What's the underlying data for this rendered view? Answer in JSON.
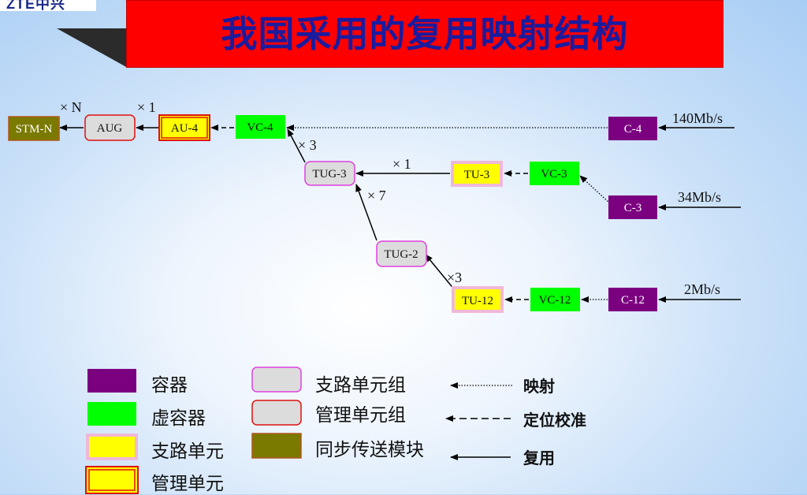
{
  "logo_text": "ZTE中兴",
  "title": "我国采用的复用映射结构",
  "nodes": {
    "stm_n": "STM-N",
    "aug": "AUG",
    "au4": "AU-4",
    "vc4": "VC-4",
    "c4": "C-4",
    "tug3": "TUG-3",
    "tu3": "TU-3",
    "vc3": "VC-3",
    "c3": "C-3",
    "tug2": "TUG-2",
    "tu12": "TU-12",
    "vc12": "VC-12",
    "c12": "C-12"
  },
  "multipliers": {
    "stm_aug": "× N",
    "aug_au4": "× 1",
    "tug3_vc4": "× 3",
    "tug3_tu3": "× 1",
    "tug2_tug3": "× 7",
    "tu12_tug2": "×3"
  },
  "rates": {
    "c4": "140Mb/s",
    "c3": "34Mb/s",
    "c12": "2Mb/s"
  },
  "legend": {
    "container": "容器",
    "virtual_container": "虚容器",
    "tributary_unit": "支路单元",
    "admin_unit": "管理单元",
    "tug": "支路单元组",
    "aug": "管理单元组",
    "sync_module": "同步传送模块",
    "mapping": "映射",
    "alignment": "定位校准",
    "multiplexing": "复用"
  },
  "colors": {
    "container": "#7b0080",
    "virtual_container": "#00ff00",
    "unit_fill": "#ffff00",
    "group_fill": "#dcdcdc",
    "stm": "#7a7a00",
    "title_bg": "#ff0000",
    "title_text": "#1b1b9e"
  }
}
